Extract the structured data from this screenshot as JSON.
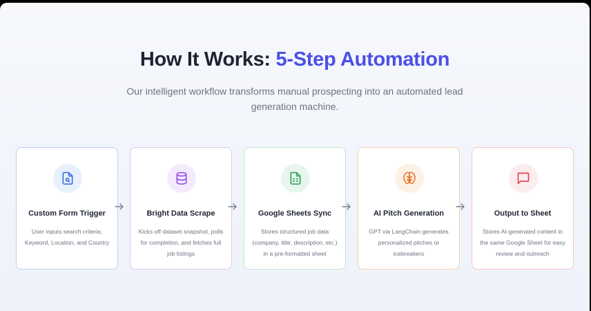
{
  "header": {
    "title_main": "How It Works: ",
    "title_accent": "5-Step Automation",
    "subtitle": "Our intelligent workflow transforms manual prospecting into an automated lead generation machine."
  },
  "steps": [
    {
      "title": "Custom Form Trigger",
      "description": "User inputs search criteria: Keyword, Location, and Country",
      "icon": "file-search-icon",
      "border_color": "#b9d3f5",
      "icon_bg": "#e8f0fd",
      "icon_color": "#3b6fe0"
    },
    {
      "title": "Bright Data Scrape",
      "description": "Kicks off dataset snapshot, polls for completion, and fetches full job listings",
      "icon": "database-icon",
      "border_color": "#dcc8f3",
      "icon_bg": "#f3ebfd",
      "icon_color": "#9a4fe0"
    },
    {
      "title": "Google Sheets Sync",
      "description": "Stores structured job data (company, title, description, etc.) in a pre-formatted sheet",
      "icon": "sheet-icon",
      "border_color": "#bfe6cc",
      "icon_bg": "#e7f6ec",
      "icon_color": "#2fa35c"
    },
    {
      "title": "AI Pitch Generation",
      "description": "GPT via LangChain generates personalized pitches or icebreakers",
      "icon": "brain-icon",
      "border_color": "#f6cfae",
      "icon_bg": "#fdf0e5",
      "icon_color": "#e8772f"
    },
    {
      "title": "Output to Sheet",
      "description": "Stores AI-generated content in the same Google Sheet for easy review and outreach",
      "icon": "message-icon",
      "border_color": "#f5c4c8",
      "icon_bg": "#fdecee",
      "icon_color": "#e0454f"
    }
  ],
  "colors": {
    "accent": "#4a50e6",
    "heading": "#1f2433",
    "body_text": "#6b7280"
  }
}
